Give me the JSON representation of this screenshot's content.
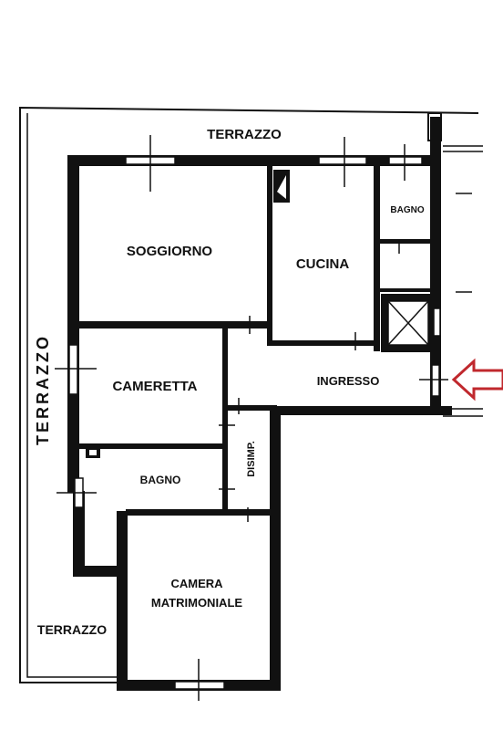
{
  "rooms": {
    "soggiorno": "SOGGIORNO",
    "cucina": "CUCINA",
    "bagno_top": "BAGNO",
    "cameretta": "CAMERETTA",
    "ingresso": "INGRESSO",
    "disimp": "DISIMP.",
    "bagno_bottom": "BAGNO",
    "camera_line1": "CAMERA",
    "camera_line2": "MATRIMONIALE"
  },
  "terraces": {
    "top": "TERRAZZO",
    "left": "TERRAZZO",
    "bottom_left": "TERRAZZO"
  },
  "colors": {
    "wall": "#111111",
    "arrow": "#c0282d",
    "background": "#ffffff"
  },
  "icons": {
    "entrance": "entrance-arrow-icon",
    "elevator": "elevator-shaft-icon"
  }
}
